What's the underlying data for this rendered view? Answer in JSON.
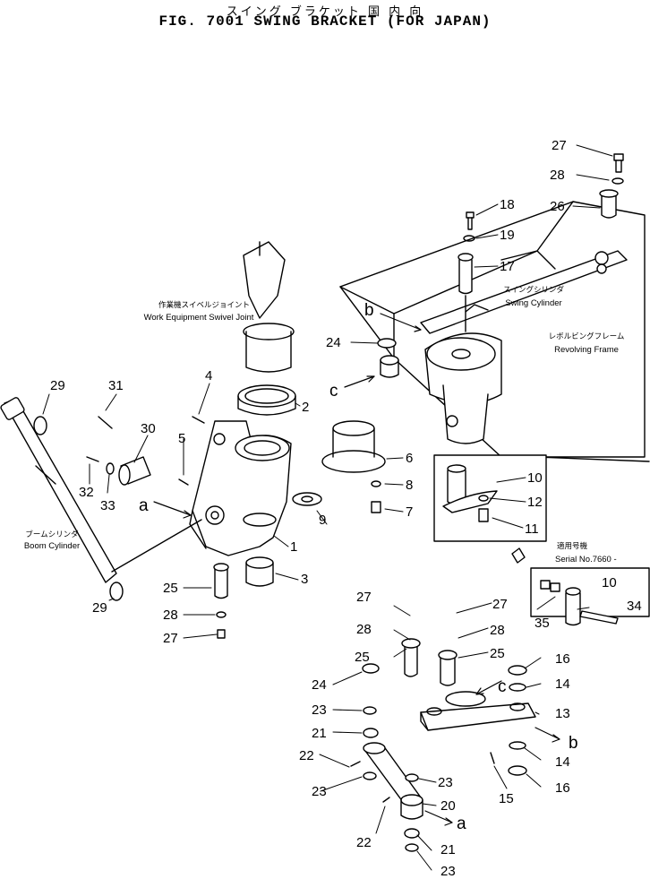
{
  "title": {
    "japanese": "スイング ブラケット 国 内 向",
    "english": "FIG. 7001  SWING BRACKET (FOR JAPAN)"
  },
  "callouts": {
    "swivel_jp": "作業機スイベルジョイント",
    "swivel_en": "Work Equipment Swivel Joint",
    "swing_cyl_jp": "スイングシリンダ",
    "swing_cyl_en": "Swing Cylinder",
    "rev_frame_jp": "レボルビングフレーム",
    "rev_frame_en": "Revolving Frame",
    "boom_cyl_jp": "ブームシリンダ",
    "boom_cyl_en": "Boom Cylinder",
    "serial_jp": "適用号機",
    "serial_en": "Serial No.7660 -"
  },
  "letters": {
    "a": "a",
    "b": "b",
    "c": "c"
  },
  "part_numbers": {
    "p1": "1",
    "p2": "2",
    "p3": "3",
    "p4": "4",
    "p5": "5",
    "p6": "6",
    "p7": "7",
    "p8": "8",
    "p9": "9",
    "p10": "10",
    "p11": "11",
    "p12": "12",
    "p13": "13",
    "p14": "14",
    "p15": "15",
    "p16": "16",
    "p17": "17",
    "p18": "18",
    "p19": "19",
    "p20": "20",
    "p21": "21",
    "p22": "22",
    "p23": "23",
    "p24": "24",
    "p25": "25",
    "p26": "26",
    "p27": "27",
    "p28": "28",
    "p29": "29",
    "p30": "30",
    "p31": "31",
    "p32": "32",
    "p33": "33",
    "p34": "34",
    "p35": "35"
  }
}
